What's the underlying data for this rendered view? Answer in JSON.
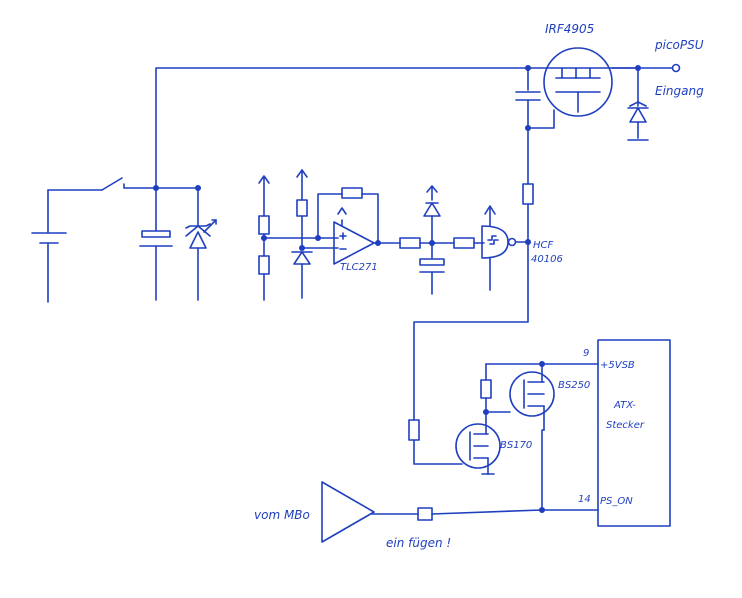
{
  "colors": {
    "ink": "#1f3fbf",
    "background": "#ffffff"
  },
  "labels": {
    "irf": "IRF4905",
    "picopsu": "picoPSU",
    "eingang": "Eingang",
    "tlc": "TLC271",
    "hcf": "HCF",
    "hcf_num": "40106",
    "pin9": "9",
    "pin14": "14",
    "vsb": "+5VSB",
    "atx1": "ATX-",
    "atx2": "Stecker",
    "bs250": "BS250",
    "bs170": "BS170",
    "ps_on": "PS_ON",
    "mb": "vom MBo",
    "einfuegen": "ein fügen !"
  }
}
